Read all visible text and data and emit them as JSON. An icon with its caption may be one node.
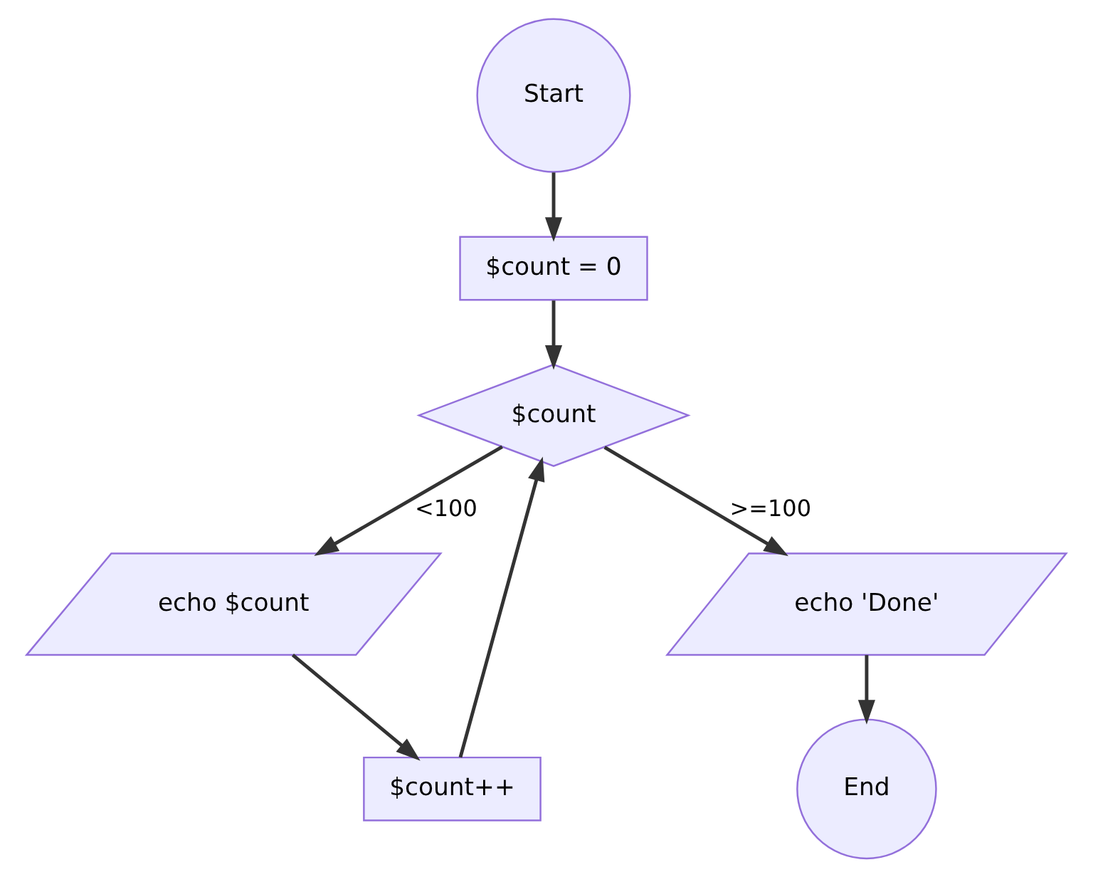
{
  "diagram": {
    "nodes": [
      {
        "text": [
          "Start"
        ]
      },
      {
        "text": [
          "$count = 0"
        ]
      },
      {
        "text": [
          "$count"
        ]
      },
      {
        "text": [
          "echo $count"
        ]
      },
      {
        "text": [
          "$count++"
        ]
      },
      {
        "text": [
          "echo 'Done'"
        ]
      },
      {
        "text": [
          "End"
        ]
      }
    ],
    "edges": [
      {
        "from": 0,
        "to": 1,
        "arrow": "to"
      },
      {
        "from": 1,
        "to": 2,
        "arrow": "to"
      },
      {
        "from": 2,
        "to": 3,
        "arrow": "to",
        "label": "<100"
      },
      {
        "from": 3,
        "to": 4,
        "arrow": "to"
      },
      {
        "from": 4,
        "to": 2,
        "arrow": "to"
      },
      {
        "from": 2,
        "to": 5,
        "arrow": "to",
        "label": ">=100"
      },
      {
        "from": 5,
        "to": 6,
        "arrow": "to"
      }
    ]
  }
}
